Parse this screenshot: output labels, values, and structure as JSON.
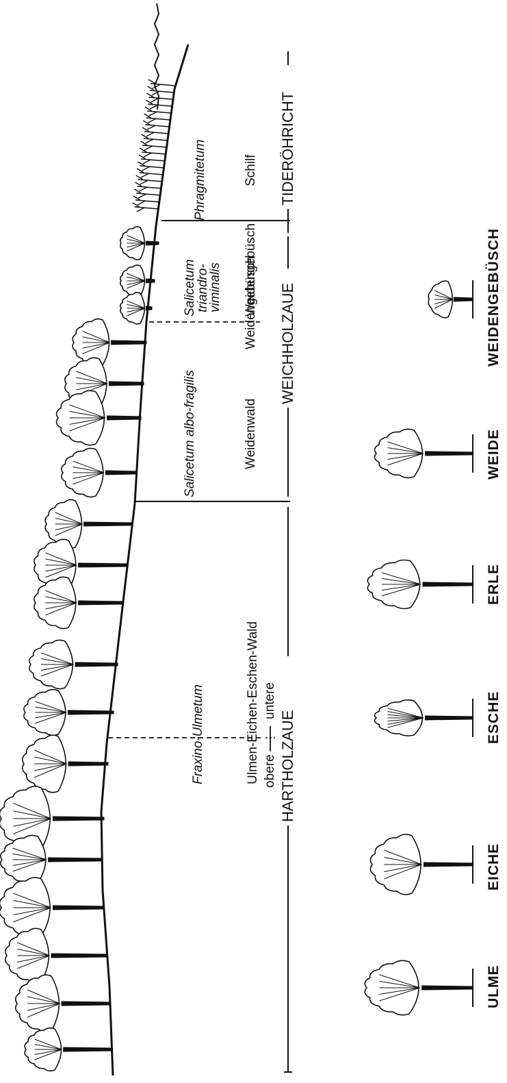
{
  "zones": {
    "tideroehricht": "TIDERÖHRICHT",
    "weichholzaue": "WEICHHOLZAUE",
    "hartholzaue": "HARTHOLZAUE"
  },
  "communities": {
    "schilf": "Schilf",
    "weidengebuesch": "Weidengebüsch",
    "weidenwald": "Weidenwald",
    "ulmen_eichen_eschen_wald": "Ulmen-Eichen-Eschen-Wald",
    "obere": "obere",
    "untere": "untere"
  },
  "associations": {
    "phragmitetum": "Phragmitetum",
    "salicetum_line1": "Salicetum",
    "salicetum_line2": "triandro-",
    "salicetum_line3": "viminalis",
    "salicetum_albo_fragilis": "Salicetum albo-fragilis",
    "fraxino_ulmetum": "Fraxino-Ulmetum"
  },
  "tree_legend": [
    {
      "label": "ULME",
      "kind": "ulme"
    },
    {
      "label": "EICHE",
      "kind": "eiche"
    },
    {
      "label": "ESCHE",
      "kind": "esche"
    },
    {
      "label": "ERLE",
      "kind": "erle"
    },
    {
      "label": "WEIDE",
      "kind": "weide"
    },
    {
      "label": "WEIDENGEBÜSCH",
      "kind": "gebuesch"
    }
  ],
  "colors": {
    "ink": "#111111",
    "paper": "#ffffff"
  }
}
